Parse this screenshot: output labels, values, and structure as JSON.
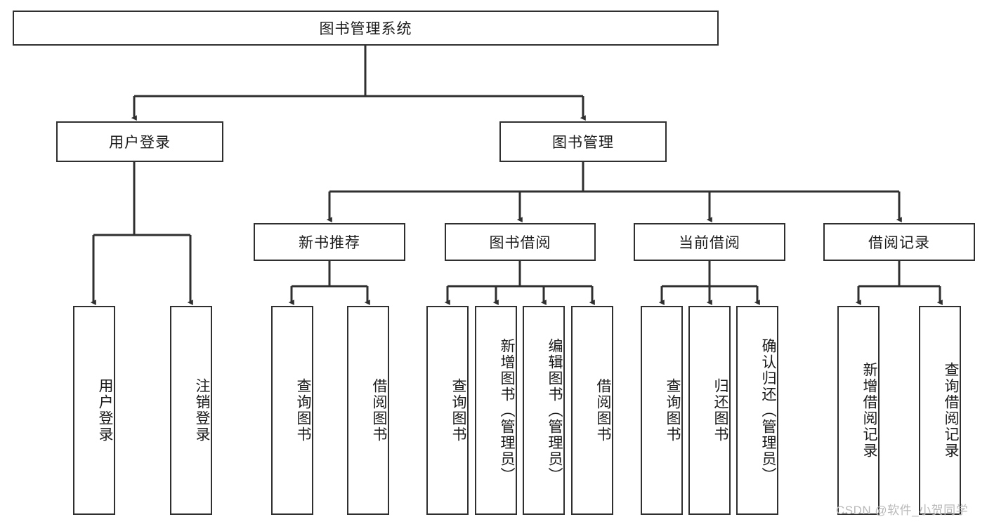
{
  "diagram": {
    "title": "图书管理系统",
    "type": "tree-hierarchy-diagram",
    "colors": {
      "box_border": "#2f2f2f",
      "box_fill": "#ffffff",
      "connector": "#2f2f2f",
      "text": "#1a1a1a",
      "watermark": "#b9b9b9",
      "background": "#ffffff"
    },
    "root": {
      "label": "图书管理系统"
    },
    "level2": [
      {
        "label": "用户登录"
      },
      {
        "label": "图书管理"
      }
    ],
    "level3": [
      {
        "label": "新书推荐"
      },
      {
        "label": "图书借阅"
      },
      {
        "label": "当前借阅"
      },
      {
        "label": "借阅记录"
      }
    ],
    "leaves": {
      "user_login": [
        {
          "label": "用户登录"
        },
        {
          "label": "注销登录"
        }
      ],
      "new_book_recommend": [
        {
          "label": "查询图书"
        },
        {
          "label": "借阅图书"
        }
      ],
      "book_borrow": [
        {
          "label": "查询图书"
        },
        {
          "label": "新增图书（管理员）"
        },
        {
          "label": "编辑图书（管理员）"
        },
        {
          "label": "借阅图书"
        }
      ],
      "current_borrow": [
        {
          "label": "查询图书"
        },
        {
          "label": "归还图书"
        },
        {
          "label": "确认归还（管理员）"
        }
      ],
      "borrow_record": [
        {
          "label": "新增借阅记录"
        },
        {
          "label": "查询借阅记录"
        }
      ]
    }
  },
  "watermark": {
    "text": "CSDN @软件_小贺同学"
  }
}
